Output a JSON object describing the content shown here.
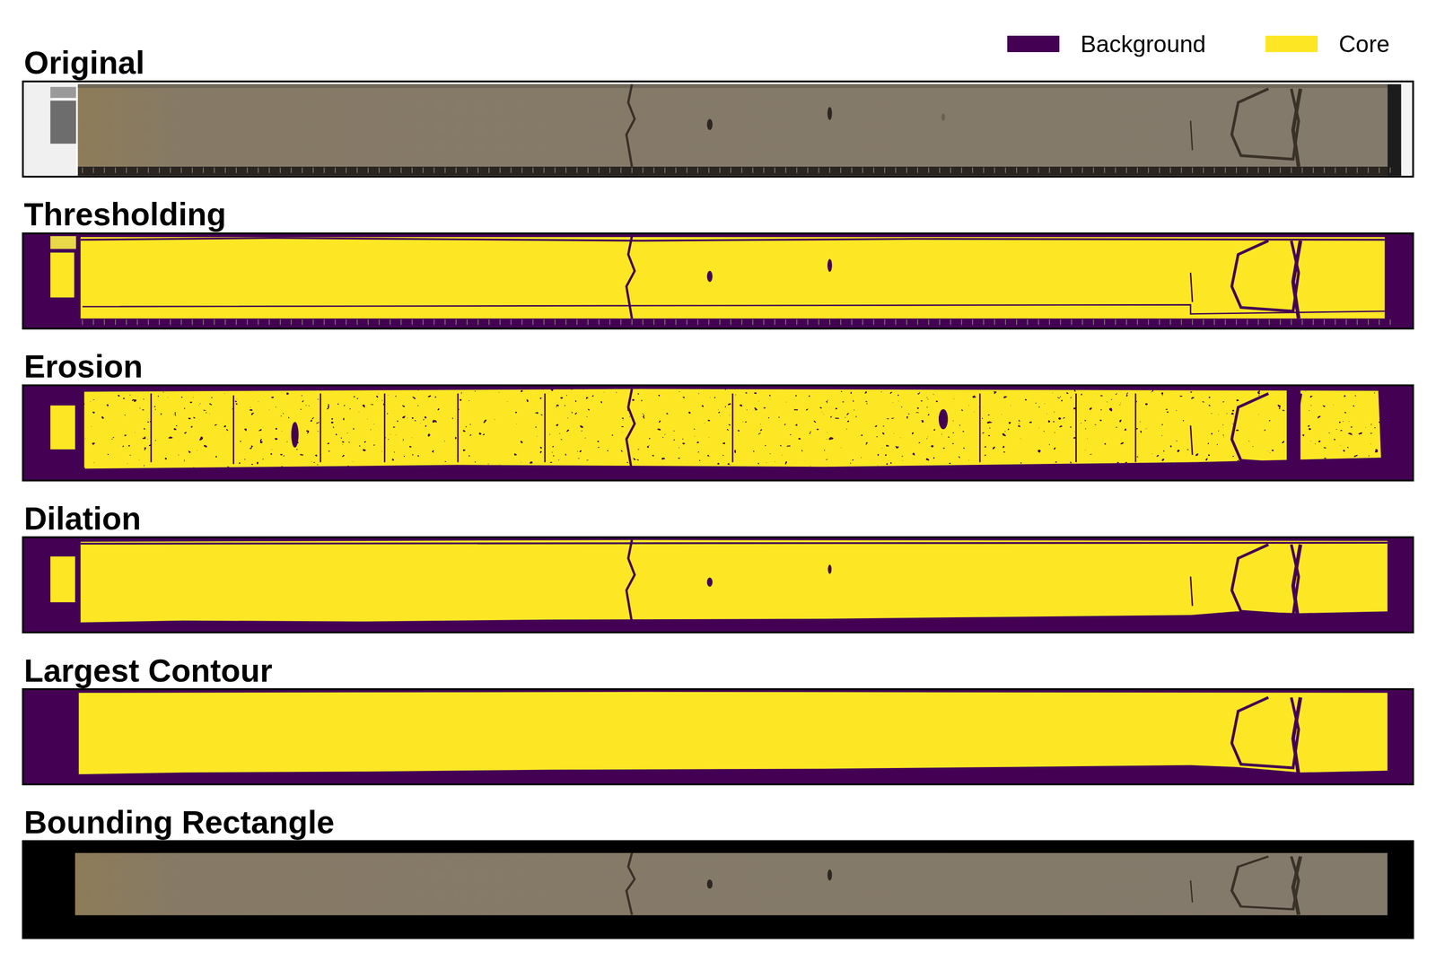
{
  "diagram": {
    "nodes": [
      {
        "text": [
          "Original"
        ]
      },
      {
        "text": [
          "Thresholding"
        ]
      },
      {
        "text": [
          "Erosion"
        ]
      },
      {
        "text": [
          "Dilation"
        ]
      },
      {
        "text": [
          "Largest Contour"
        ]
      },
      {
        "text": [
          "Bounding Rectangle"
        ]
      }
    ],
    "legend": [
      {
        "text": "Background",
        "color": "#440154"
      },
      {
        "text": "Core",
        "color": "#fde725"
      }
    ]
  }
}
